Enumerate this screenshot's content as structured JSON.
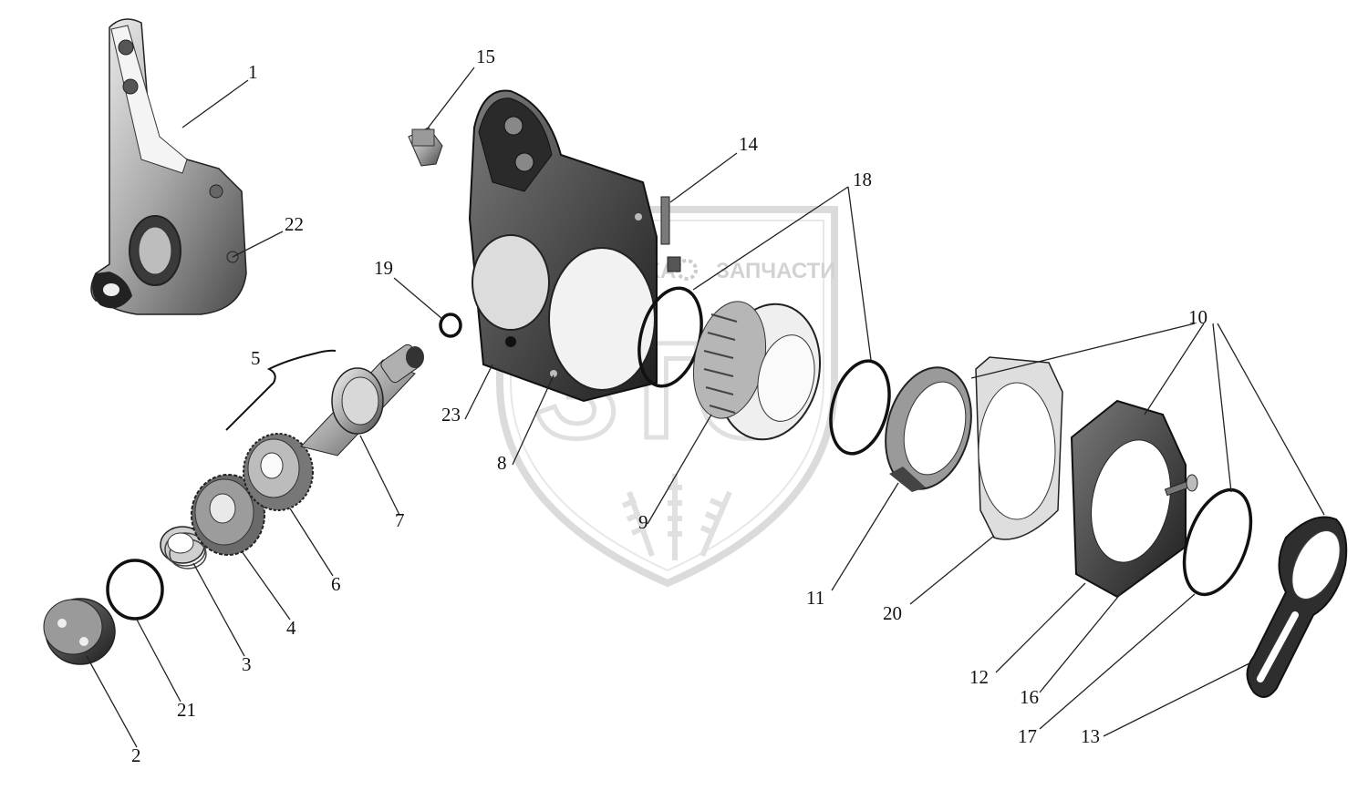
{
  "watermark": {
    "left_text": "ТЕХНИКА",
    "right_text": "ЗАПЧАСТИ",
    "brand_letters": "ЗТО"
  },
  "colors": {
    "line": "#222222",
    "part_dark": "#3a3a3a",
    "part_mid": "#8d8d8d",
    "part_light": "#d6d6d6",
    "watermark": "#d0d0d0"
  },
  "callouts": [
    {
      "id": "1",
      "text": "1"
    },
    {
      "id": "2",
      "text": "2"
    },
    {
      "id": "3",
      "text": "3"
    },
    {
      "id": "4",
      "text": "4"
    },
    {
      "id": "5",
      "text": "5"
    },
    {
      "id": "6",
      "text": "6"
    },
    {
      "id": "7",
      "text": "7"
    },
    {
      "id": "8",
      "text": "8"
    },
    {
      "id": "9",
      "text": "9"
    },
    {
      "id": "10",
      "text": "10"
    },
    {
      "id": "11",
      "text": "11"
    },
    {
      "id": "12",
      "text": "12"
    },
    {
      "id": "13",
      "text": "13"
    },
    {
      "id": "14",
      "text": "14"
    },
    {
      "id": "15",
      "text": "15"
    },
    {
      "id": "16",
      "text": "16"
    },
    {
      "id": "17",
      "text": "17"
    },
    {
      "id": "18",
      "text": "18"
    },
    {
      "id": "19",
      "text": "19"
    },
    {
      "id": "20",
      "text": "20"
    },
    {
      "id": "21",
      "text": "21"
    },
    {
      "id": "22",
      "text": "22"
    },
    {
      "id": "23",
      "text": "23"
    }
  ]
}
